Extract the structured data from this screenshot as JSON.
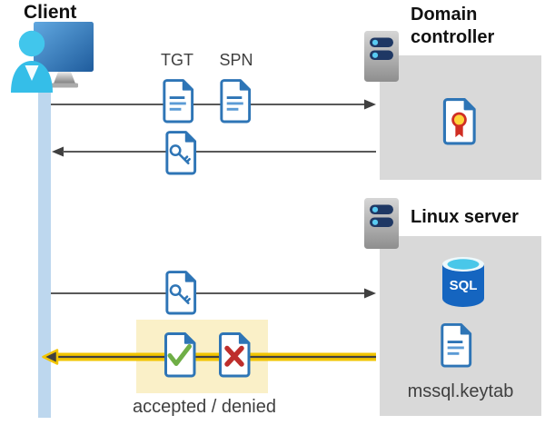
{
  "client": {
    "label": "Client"
  },
  "domain_controller": {
    "label": "Domain controller"
  },
  "linux_server": {
    "label": "Linux server",
    "sql_badge": "SQL",
    "keytab_label": "mssql.keytab"
  },
  "messages": {
    "tgt_label": "TGT",
    "spn_label": "SPN",
    "result_label": "accepted / denied"
  },
  "colors": {
    "box_gray": "#D9D9D9",
    "highlight_yellow_fill": "#FAF0C8",
    "lifeline_blue": "#BDD7EE",
    "doc_border_blue": "#2E75B6",
    "doc_line_blue": "#5B9BD5",
    "arrow_gray": "#595959",
    "arrow_head_gray": "#404040",
    "arrow_yellow": "#F2C500",
    "check_green": "#6FAE46",
    "cross_red": "#BE2E2C",
    "cert_red": "#D02E23",
    "cert_yellow": "#FFD43B",
    "client_cyan": "#35BEE8",
    "server_pill_navy": "#1F3864",
    "server_dot_cyan": "#59CBF2",
    "sql_blue": "#1565C0",
    "sql_top_cyan": "#49C7E9",
    "text_dark": "#3F3F3F",
    "text_black": "#111111"
  }
}
